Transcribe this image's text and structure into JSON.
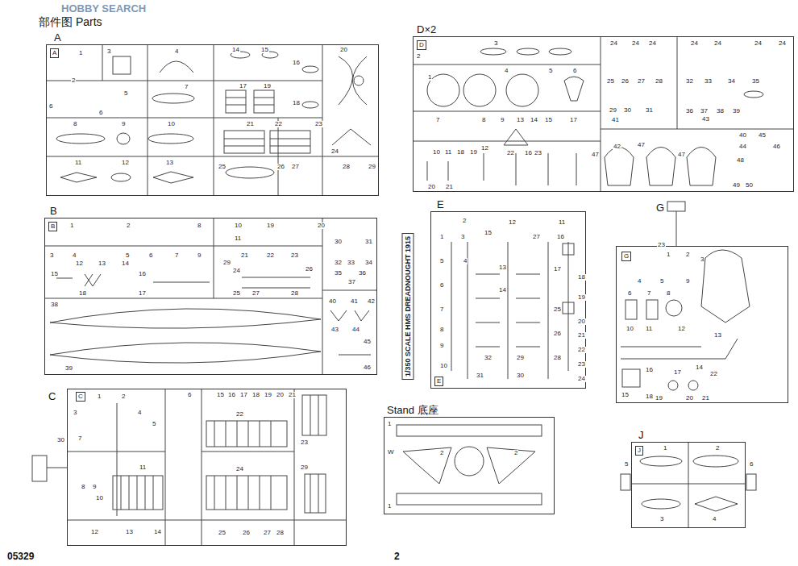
{
  "diagram": {
    "title": "部件图 Parts",
    "nodes": [
      {
        "text": [
          "A",
          "A"
        ]
      },
      {
        "text": [
          "D×2",
          "D"
        ]
      },
      {
        "text": [
          "B",
          "B"
        ]
      },
      {
        "text": [
          "E",
          "E"
        ]
      },
      {
        "text": [
          "G",
          "G"
        ]
      },
      {
        "text": [
          "C",
          "C"
        ]
      },
      {
        "text": [
          "Stand 底座"
        ]
      },
      {
        "text": [
          "J",
          "J"
        ]
      }
    ],
    "labels": [
      "HOBBY SEARCH",
      "05329",
      "2",
      "1/350 SCALE HMS DREADNOUGHT 1915",
      "1",
      "2",
      "3",
      "4",
      "5",
      "6",
      "6",
      "7",
      "8",
      "9",
      "10",
      "11",
      "12",
      "13",
      "14",
      "15",
      "16",
      "17",
      "18",
      "19",
      "20",
      "21",
      "22",
      "23",
      "24",
      "25",
      "26",
      "27",
      "28",
      "29",
      "1",
      "2",
      "3",
      "4",
      "5",
      "6",
      "7",
      "8",
      "9",
      "10",
      "11",
      "12",
      "13",
      "14",
      "15",
      "16",
      "17",
      "18",
      "19",
      "20",
      "21",
      "22",
      "23",
      "24",
      "25",
      "26",
      "27",
      "28",
      "29",
      "30",
      "31",
      "32",
      "33",
      "34",
      "35",
      "36",
      "37",
      "38",
      "39",
      "40",
      "41",
      "42",
      "43",
      "44",
      "45",
      "46",
      "1",
      "2",
      "3",
      "4",
      "5",
      "6",
      "7",
      "8",
      "9",
      "10",
      "11",
      "12",
      "13",
      "14",
      "15",
      "16",
      "17",
      "18",
      "19",
      "20",
      "21",
      "22",
      "23",
      "24",
      "25",
      "26",
      "27",
      "28",
      "29",
      "30",
      "1",
      "2",
      "3",
      "4",
      "5",
      "6",
      "7",
      "8",
      "9",
      "10",
      "11",
      "12",
      "13",
      "14",
      "15",
      "16",
      "17",
      "18",
      "19",
      "20",
      "21",
      "22",
      "23",
      "24",
      "24",
      "24",
      "24",
      "24",
      "24",
      "24",
      "25",
      "26",
      "27",
      "28",
      "29",
      "30",
      "31",
      "32",
      "33",
      "34",
      "35",
      "36",
      "37",
      "38",
      "39",
      "40",
      "41",
      "42",
      "43",
      "44",
      "45",
      "46",
      "47",
      "47",
      "47",
      "48",
      "49",
      "50",
      "1",
      "2",
      "3",
      "4",
      "5",
      "6",
      "7",
      "8",
      "9",
      "10",
      "11",
      "12",
      "13",
      "14",
      "15",
      "16",
      "17",
      "18",
      "19",
      "20",
      "21",
      "22",
      "23",
      "24",
      "25",
      "26",
      "27",
      "28",
      "29",
      "30",
      "31",
      "32",
      "1",
      "2",
      "3",
      "4",
      "5",
      "6",
      "7",
      "8",
      "9",
      "10",
      "11",
      "12",
      "13",
      "14",
      "15",
      "16",
      "17",
      "18",
      "19",
      "20",
      "21",
      "22",
      "23",
      "1",
      "W",
      "2",
      "2",
      "1",
      "1",
      "2",
      "3",
      "4",
      "5",
      "6"
    ]
  }
}
